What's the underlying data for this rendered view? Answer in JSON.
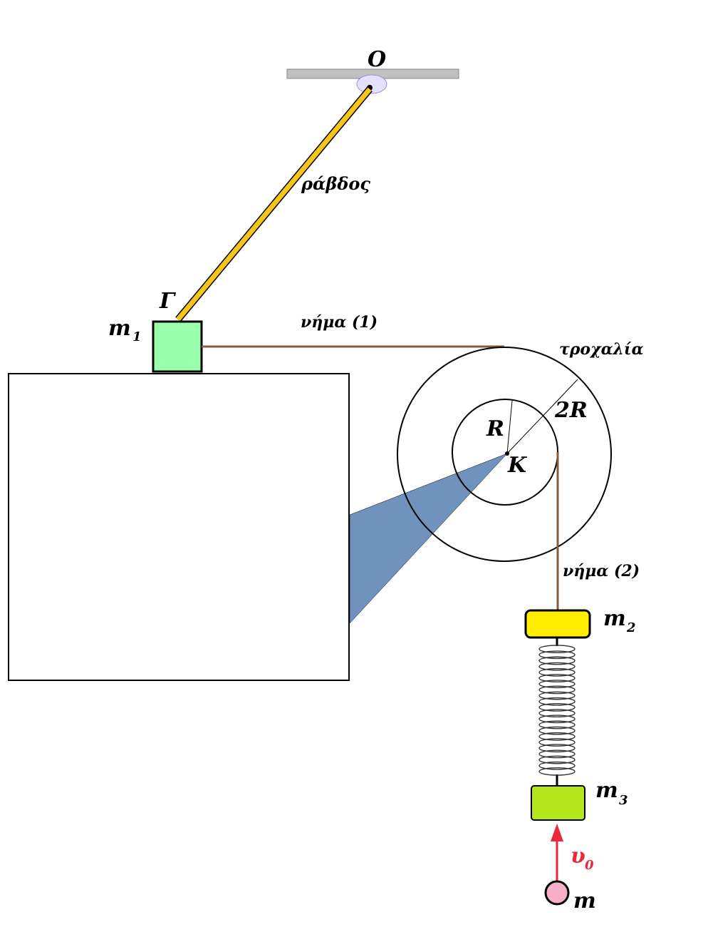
{
  "labels": {
    "pivot": "O",
    "rod": "ράβδος",
    "rod_end": "Γ",
    "m1": "m",
    "m1_sub": "1",
    "string1": "νήμα (1)",
    "pulley": "τροχαλία",
    "inner_radius": "R",
    "outer_radius": "2R",
    "center": "K",
    "string2": "νήμα (2)",
    "m2": "m",
    "m2_sub": "2",
    "m3": "m",
    "m3_sub": "3",
    "velocity": "υ",
    "velocity_sub": "0",
    "projectile": "m"
  },
  "colors": {
    "rod": "#f5c518",
    "ceiling": "#c0c0c0",
    "block_m1": "#99ffaa",
    "string": "#8a5a3a",
    "support": "#7093bd",
    "block_m2": "#ffee00",
    "block_m3": "#b5e61d",
    "velocity_arrow": "#e8283c",
    "projectile": "#f5b0c8",
    "hinge": "#e6e0ff"
  }
}
